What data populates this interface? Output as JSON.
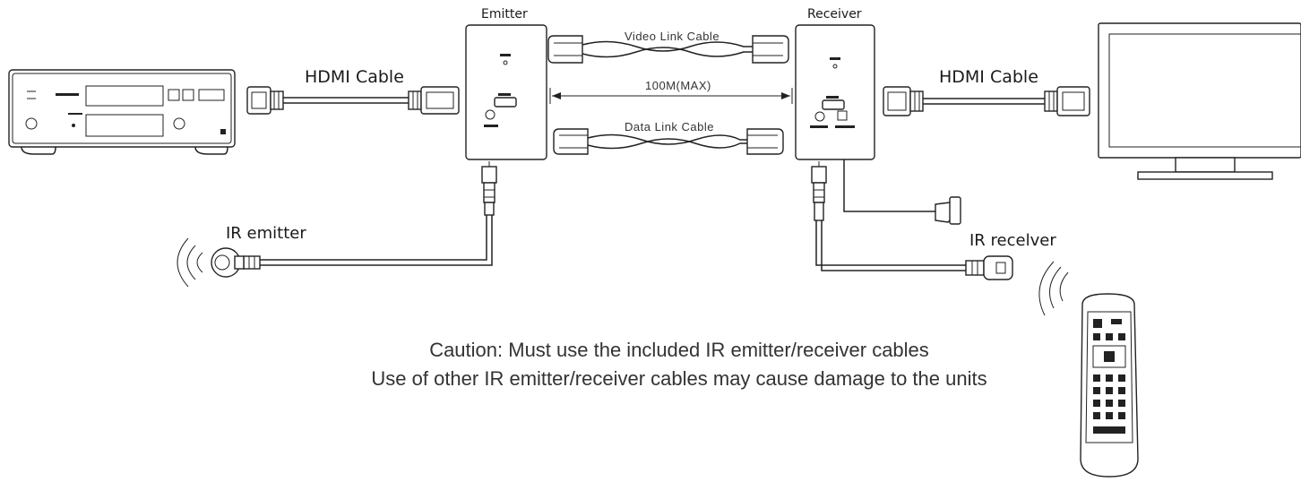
{
  "labels": {
    "emitter": "Emitter",
    "receiver": "Receiver",
    "hdmi_left": "HDMI Cable",
    "hdmi_right": "HDMI Cable",
    "video_link": "Video Link Cable",
    "distance": "100M(MAX)",
    "data_link": "Data Link Cable",
    "ir_emitter": "IR emitter",
    "ir_receiver": "IR recelver"
  },
  "caution": {
    "line1": "Caution: Must use the included IR emitter/receiver cables",
    "line2": "Use of other IR emitter/receiver cables may cause damage to the units"
  }
}
